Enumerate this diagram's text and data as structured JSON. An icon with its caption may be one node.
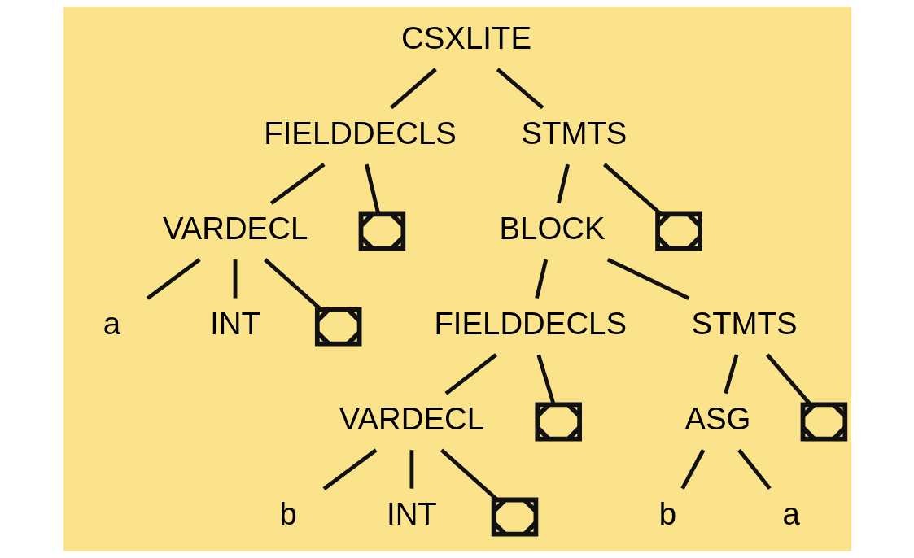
{
  "diagram": {
    "nodes": [
      {
        "text": [
          "CSXLITE"
        ]
      },
      {
        "text": [
          "FIELDDECLS"
        ]
      },
      {
        "text": [
          "STMTS"
        ]
      },
      {
        "text": [
          "VARDECL"
        ]
      },
      {
        "text": [],
        "shape": "box"
      },
      {
        "text": [
          "BLOCK"
        ]
      },
      {
        "text": [],
        "shape": "box"
      },
      {
        "text": [
          "a"
        ]
      },
      {
        "text": [
          "INT"
        ]
      },
      {
        "text": [],
        "shape": "box"
      },
      {
        "text": [
          "FIELDDECLS"
        ]
      },
      {
        "text": [
          "STMTS"
        ]
      },
      {
        "text": [
          "VARDECL"
        ]
      },
      {
        "text": [],
        "shape": "box"
      },
      {
        "text": [
          "ASG"
        ]
      },
      {
        "text": [],
        "shape": "box"
      },
      {
        "text": [
          "b"
        ]
      },
      {
        "text": [
          "INT"
        ]
      },
      {
        "text": [],
        "shape": "box"
      },
      {
        "text": [
          "b"
        ]
      },
      {
        "text": [
          "a"
        ]
      }
    ],
    "edges": [
      {
        "from": 0,
        "to": 1,
        "arrow": "none"
      },
      {
        "from": 0,
        "to": 2,
        "arrow": "none"
      },
      {
        "from": 1,
        "to": 3,
        "arrow": "none"
      },
      {
        "from": 1,
        "to": 4,
        "arrow": "none"
      },
      {
        "from": 2,
        "to": 5,
        "arrow": "none"
      },
      {
        "from": 2,
        "to": 6,
        "arrow": "none"
      },
      {
        "from": 3,
        "to": 7,
        "arrow": "none"
      },
      {
        "from": 3,
        "to": 8,
        "arrow": "none"
      },
      {
        "from": 3,
        "to": 9,
        "arrow": "none"
      },
      {
        "from": 5,
        "to": 10,
        "arrow": "none"
      },
      {
        "from": 5,
        "to": 11,
        "arrow": "none"
      },
      {
        "from": 10,
        "to": 12,
        "arrow": "none"
      },
      {
        "from": 10,
        "to": 13,
        "arrow": "none"
      },
      {
        "from": 11,
        "to": 14,
        "arrow": "none"
      },
      {
        "from": 11,
        "to": 15,
        "arrow": "none"
      },
      {
        "from": 12,
        "to": 16,
        "arrow": "none"
      },
      {
        "from": 12,
        "to": 17,
        "arrow": "none"
      },
      {
        "from": 12,
        "to": 18,
        "arrow": "none"
      },
      {
        "from": 14,
        "to": 19,
        "arrow": "none"
      },
      {
        "from": 14,
        "to": 20,
        "arrow": "none"
      }
    ]
  }
}
